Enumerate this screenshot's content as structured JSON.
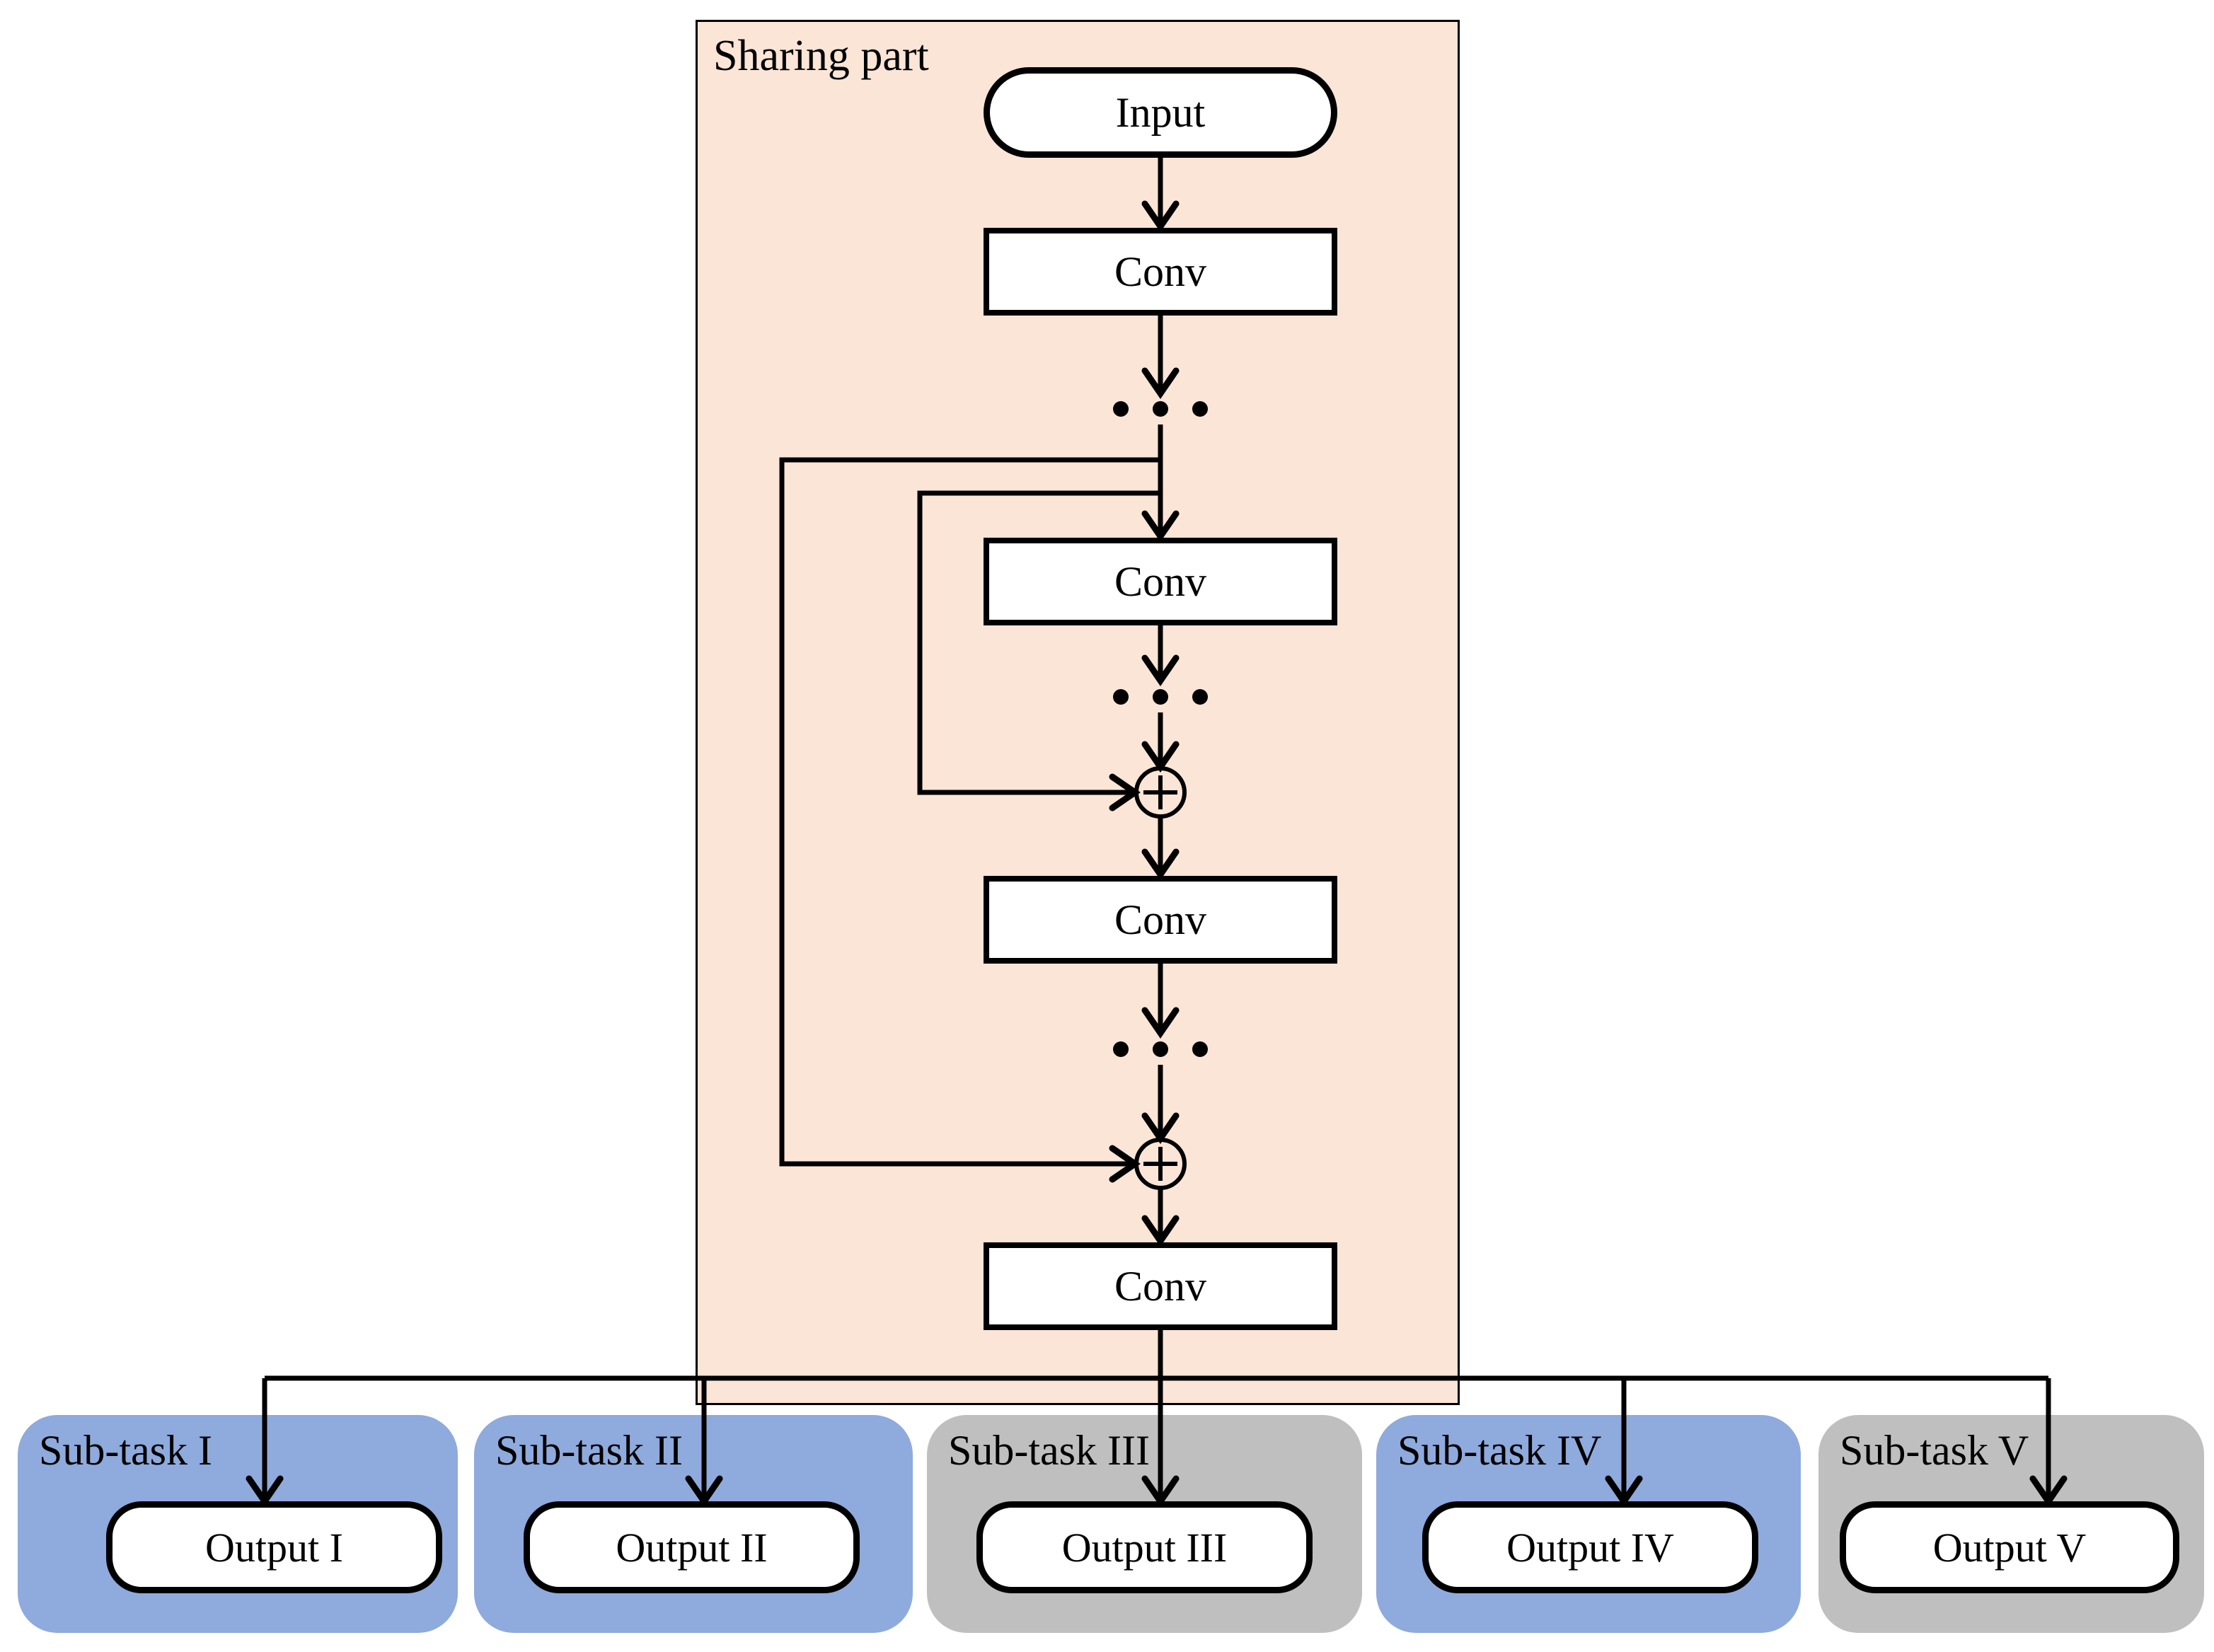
{
  "sharing_part": {
    "label": "Sharing part",
    "input_label": "Input",
    "conv_labels": [
      "Conv",
      "Conv",
      "Conv",
      "Conv"
    ]
  },
  "subtasks": [
    {
      "label": "Sub-task I",
      "output": "Output I",
      "color": "#8FAADC"
    },
    {
      "label": "Sub-task II",
      "output": "Output II",
      "color": "#8FAADC"
    },
    {
      "label": "Sub-task III",
      "output": "Output III",
      "color": "#BFBFBF"
    },
    {
      "label": "Sub-task IV",
      "output": "Output IV",
      "color": "#8FAADC"
    },
    {
      "label": "Sub-task V",
      "output": "Output V",
      "color": "#BFBFBF"
    }
  ],
  "colors": {
    "sharing_bg": "#FBE5D6",
    "blue": "#8FAADC",
    "gray": "#BFBFBF",
    "node_bg": "#FFFFFF",
    "line": "#000000"
  }
}
